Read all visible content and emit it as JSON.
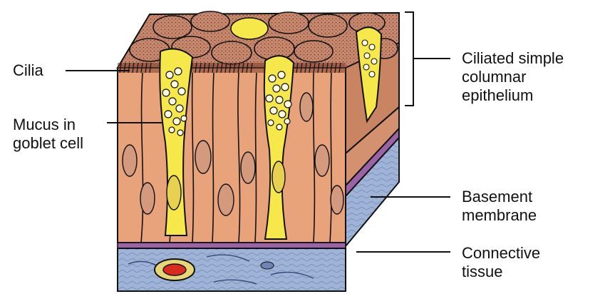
{
  "labels": {
    "cilia": "Cilia",
    "mucus": [
      "Mucus in",
      "goblet cell"
    ],
    "epithelium": [
      "Ciliated simple",
      "columnar",
      "epithelium"
    ],
    "basement": [
      "Basement",
      "membrane"
    ],
    "connective": [
      "Connective",
      "tissue"
    ]
  },
  "colors": {
    "cell": "#e8a37a",
    "cell_shade": "#c98462",
    "cell_top": "#c47f63",
    "goblet": "#f6e84a",
    "goblet_dark": "#d8c52c",
    "nucleus": "#d49a7d",
    "basement": "#9b63a6",
    "connective": "#9fb3d6",
    "connective_dark": "#6f84b3",
    "vessel_outer": "#e7d676",
    "vessel_inner": "#d92c1f",
    "line": "#111111"
  }
}
